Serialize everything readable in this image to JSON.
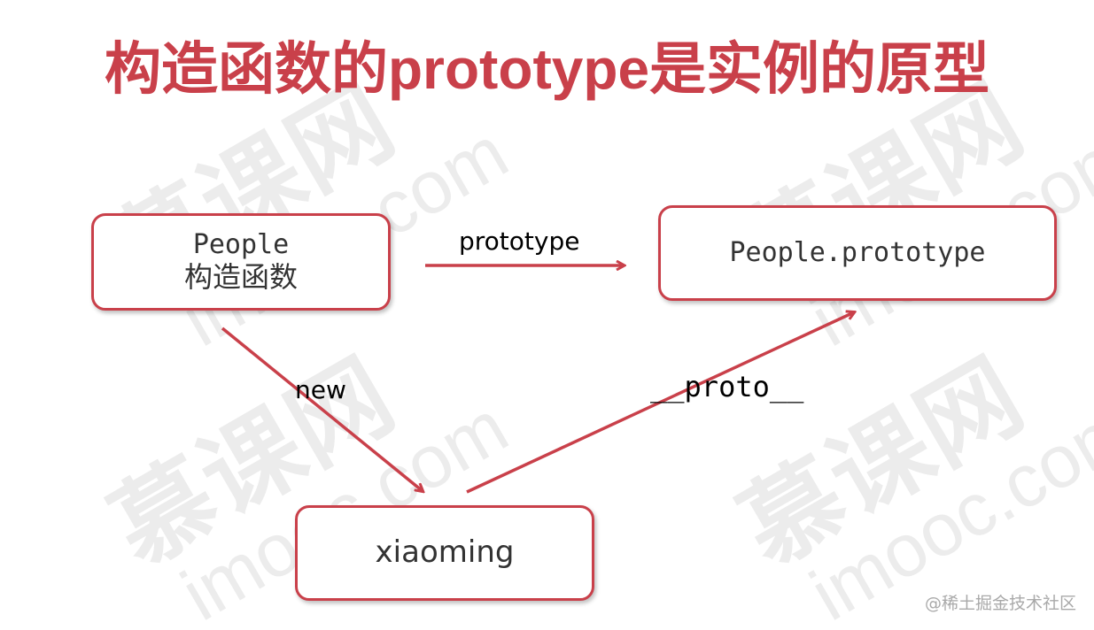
{
  "title": "构造函数的prototype是实例的原型",
  "nodes": {
    "people": {
      "line1": "People",
      "line2": "构造函数"
    },
    "people_prototype": {
      "label": "People.prototype"
    },
    "xiaoming": {
      "label": "xiaoming"
    }
  },
  "edges": {
    "prototype": {
      "label": "prototype"
    },
    "new": {
      "label": "new"
    },
    "proto": {
      "label": "__proto__"
    }
  },
  "watermark": {
    "site_cn": "慕课网",
    "site_en": "imooc.com"
  },
  "footer_watermark": "@稀土掘金技术社区",
  "colors": {
    "accent": "#c9404a",
    "text": "#333333",
    "watermark": "#ececec",
    "footer": "#a9a9a9"
  }
}
